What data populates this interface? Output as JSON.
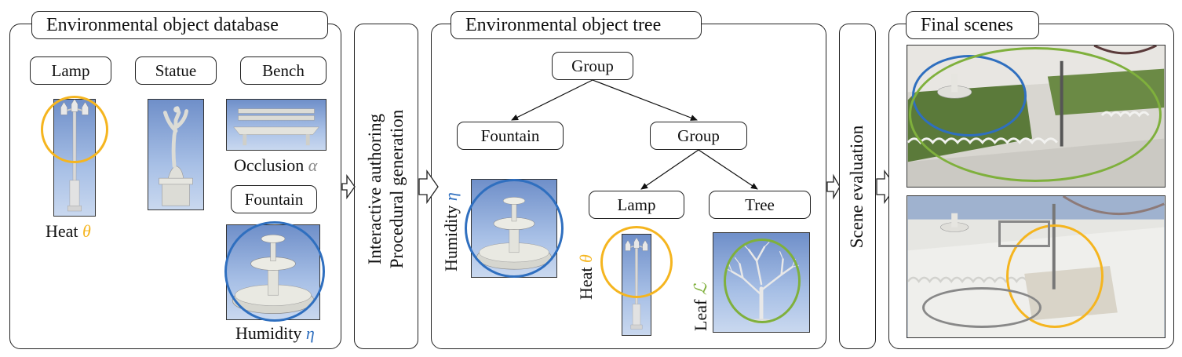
{
  "colors": {
    "heat": "#f5b51f",
    "humidity": "#2f6fbf",
    "leaf": "#7fb03c",
    "occlusion": "#888888"
  },
  "database": {
    "title": "Environmental object database",
    "lamp": "Lamp",
    "statue": "Statue",
    "bench": "Bench",
    "fountain": "Fountain",
    "heat_label": "Heat",
    "heat_symbol": "θ",
    "occlusion_label": "Occlusion",
    "occlusion_symbol": "α",
    "humidity_label": "Humidity",
    "humidity_symbol": "η"
  },
  "authoring": {
    "line1": "Interactive authoring",
    "line2": "Procedural generation"
  },
  "tree": {
    "title": "Environmental object tree",
    "root": "Group",
    "fountain": "Fountain",
    "group": "Group",
    "lamp": "Lamp",
    "tree": "Tree",
    "humidity_label": "Humidity",
    "humidity_symbol": "η",
    "heat_label": "Heat",
    "heat_symbol": "θ",
    "leaf_label": "Leaf",
    "leaf_symbol": "ℒ"
  },
  "evaluation": {
    "label": "Scene evaluation"
  },
  "final": {
    "title": "Final scenes"
  }
}
